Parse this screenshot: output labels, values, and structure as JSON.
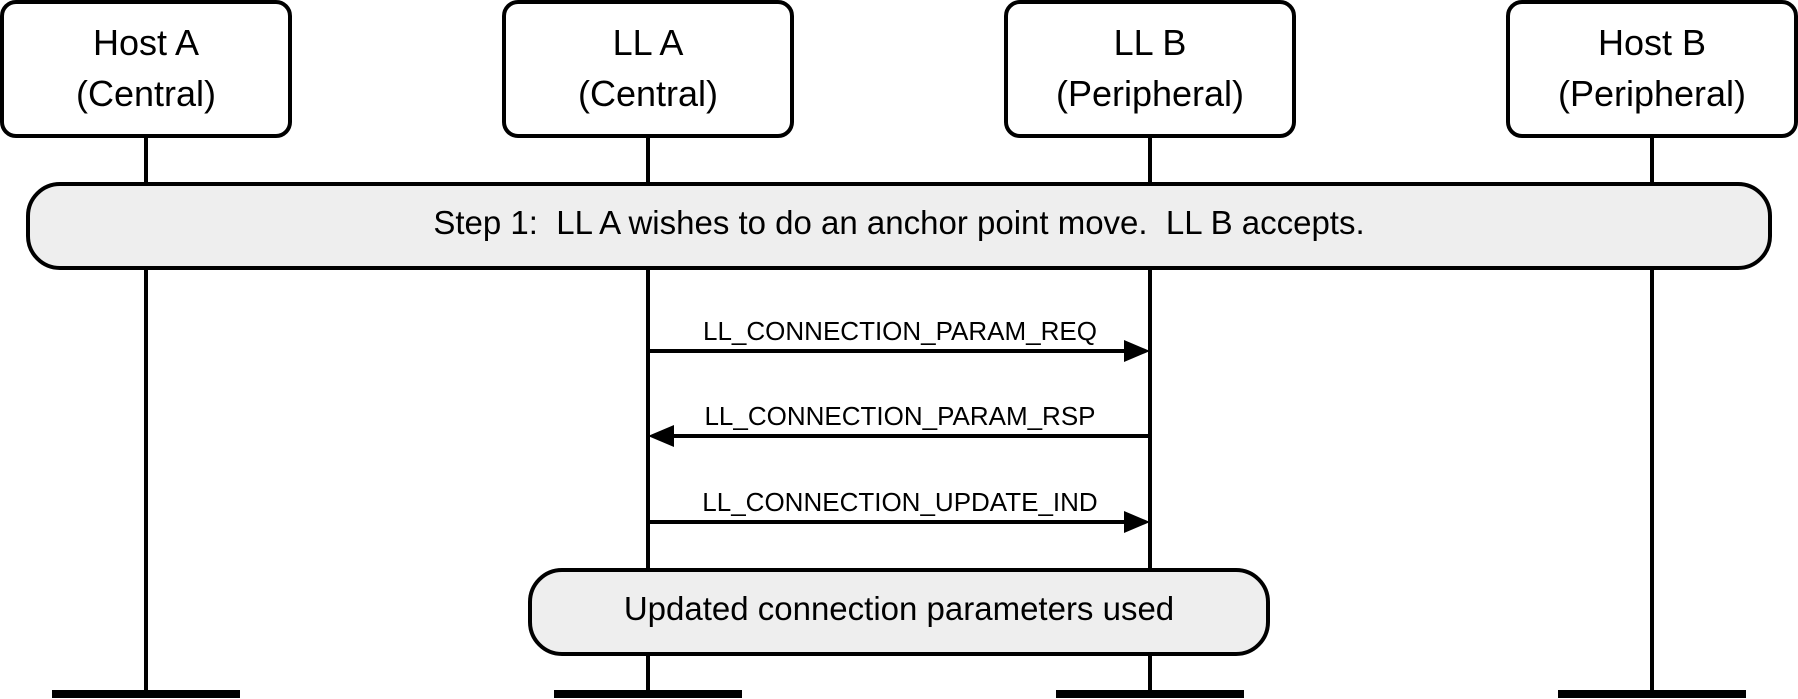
{
  "participants": [
    {
      "name": "Host A",
      "role": "(Central)"
    },
    {
      "name": "LL A",
      "role": "(Central)"
    },
    {
      "name": "LL B",
      "role": "(Peripheral)"
    },
    {
      "name": "Host B",
      "role": "(Peripheral)"
    }
  ],
  "step_banner": "Step 1:  LL A wishes to do an anchor point move.  LL B accepts.",
  "messages": [
    {
      "label": "LL_CONNECTION_PARAM_REQ",
      "from": "LL A",
      "to": "LL B"
    },
    {
      "label": "LL_CONNECTION_PARAM_RSP",
      "from": "LL B",
      "to": "LL A"
    },
    {
      "label": "LL_CONNECTION_UPDATE_IND",
      "from": "LL A",
      "to": "LL B"
    }
  ],
  "result_banner": "Updated connection parameters used"
}
